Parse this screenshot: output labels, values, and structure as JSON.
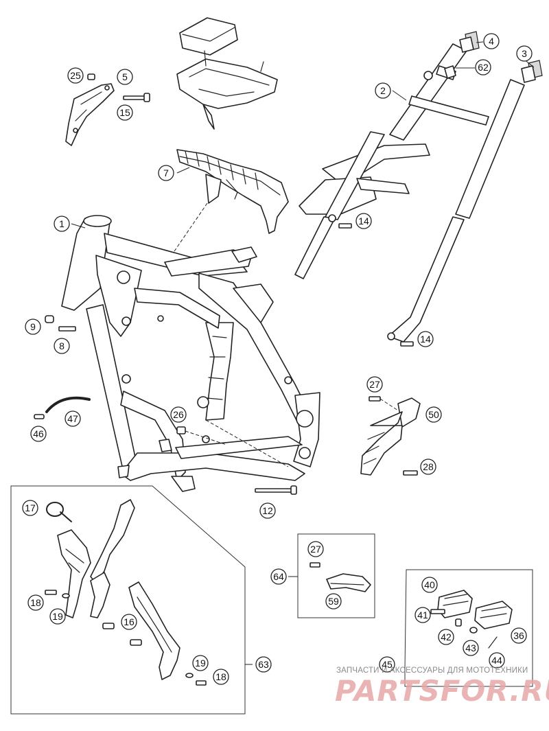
{
  "callouts": {
    "c1": "1",
    "c2": "2",
    "c3": "3",
    "c4": "4",
    "c5": "5",
    "c7": "7",
    "c8": "8",
    "c9": "9",
    "c12": "12",
    "c14a": "14",
    "c14b": "14",
    "c15": "15",
    "c16": "16",
    "c17": "17",
    "c18a": "18",
    "c18b": "18",
    "c19a": "19",
    "c19b": "19",
    "c25": "25",
    "c26": "26",
    "c27a": "27",
    "c27b": "27",
    "c28": "28",
    "c36": "36",
    "c40": "40",
    "c41": "41",
    "c42": "42",
    "c43": "43",
    "c44": "44",
    "c45": "45",
    "c46": "46",
    "c47": "47",
    "c50": "50",
    "c59": "59",
    "c62": "62",
    "c63": "63",
    "c64": "64"
  },
  "watermark": {
    "caption": "ЗАПЧАСТИ И АКСЕССУАРЫ ДЛЯ МОТОТЕХНИКИ",
    "logo": "PARTSFOR.RU"
  }
}
